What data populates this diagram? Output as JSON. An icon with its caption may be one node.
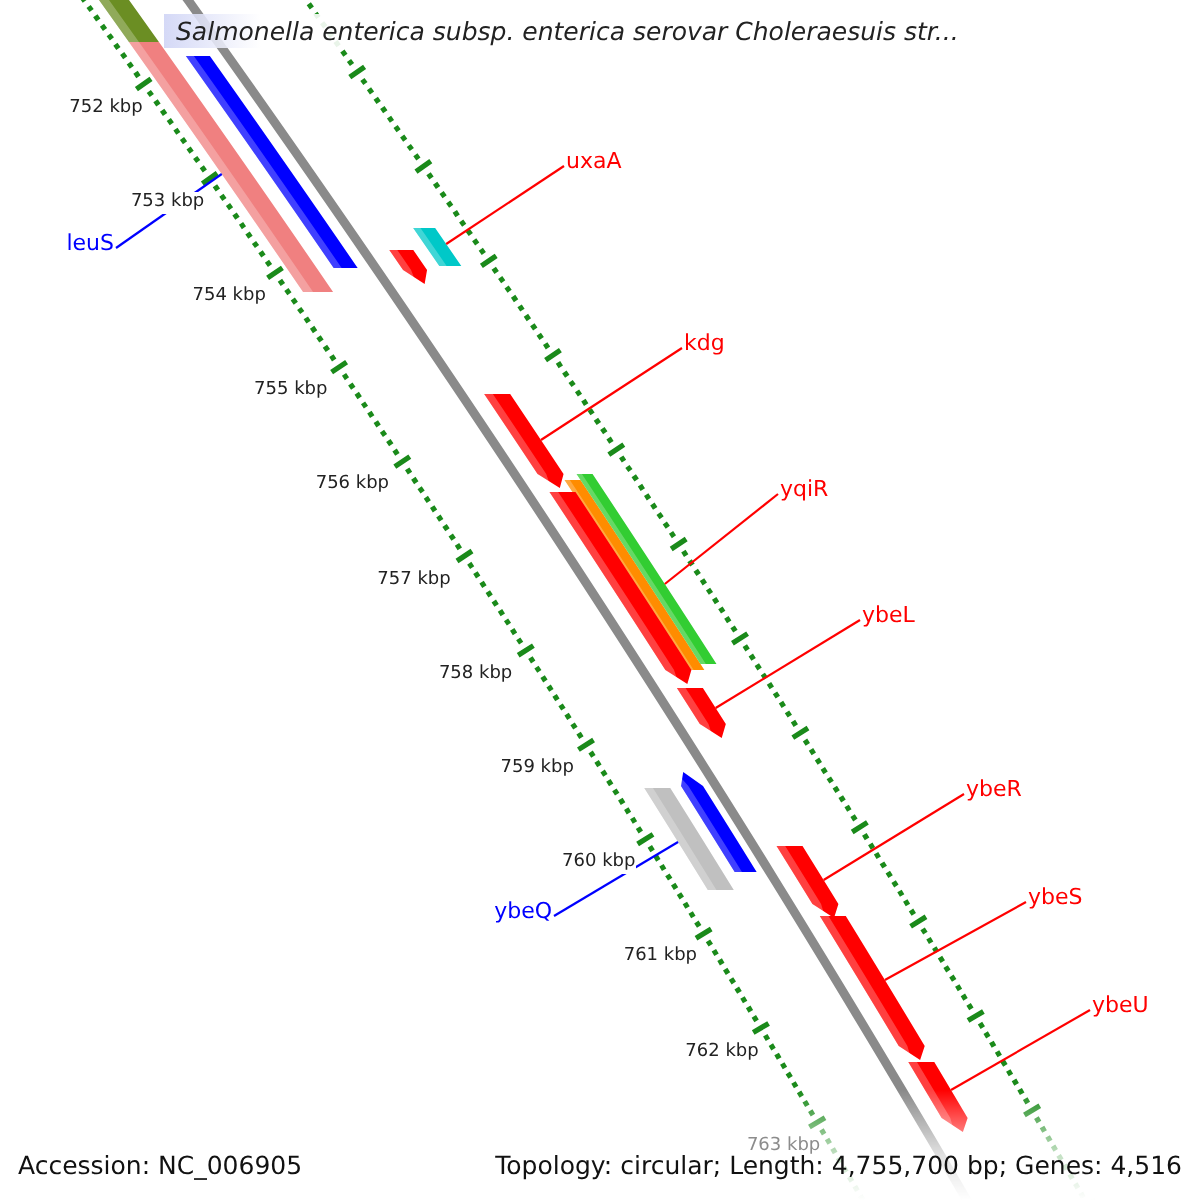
{
  "diagram": {
    "title": "Salmonella enterica subsp. enterica serovar Choleraesuis str...",
    "nodes": [
      {
        "text": [
          "uxaA"
        ]
      },
      {
        "text": [
          "leuS"
        ]
      },
      {
        "text": [
          "kdg"
        ]
      },
      {
        "text": [
          "yqiR"
        ]
      },
      {
        "text": [
          "ybeL"
        ]
      },
      {
        "text": [
          "ybeR"
        ]
      },
      {
        "text": [
          "ybeS"
        ]
      },
      {
        "text": [
          "ybeQ"
        ]
      },
      {
        "text": [
          "ybeU"
        ]
      },
      {
        "text": [],
        "shape": "bar"
      },
      {
        "text": [],
        "shape": "bar"
      },
      {
        "text": [],
        "shape": "bar"
      },
      {
        "text": [],
        "shape": "bar"
      },
      {
        "text": [],
        "shape": "arrow"
      },
      {
        "text": [],
        "shape": "arrow"
      },
      {
        "text": [],
        "shape": "bar"
      },
      {
        "text": [],
        "shape": "bar"
      },
      {
        "text": [],
        "shape": "arrow"
      },
      {
        "text": [],
        "shape": "arrow"
      },
      {
        "text": [],
        "shape": "arrow"
      },
      {
        "text": [],
        "shape": "bar"
      },
      {
        "text": [],
        "shape": "arrow"
      },
      {
        "text": [],
        "shape": "arrow"
      },
      {
        "text": [],
        "shape": "arrow"
      }
    ],
    "edges": [
      {
        "from": 0,
        "to": 12,
        "arrow": "none"
      },
      {
        "from": 1,
        "to": 11,
        "arrow": "none",
        "color": "#0000ff"
      },
      {
        "from": 2,
        "to": 14,
        "arrow": "none"
      },
      {
        "from": 3,
        "to": 16,
        "arrow": "none"
      },
      {
        "from": 4,
        "to": 18,
        "arrow": "none"
      },
      {
        "from": 5,
        "to": 21,
        "arrow": "none"
      },
      {
        "from": 6,
        "to": 22,
        "arrow": "none"
      },
      {
        "from": 7,
        "to": 20,
        "arrow": "none",
        "color": "#0000ff"
      },
      {
        "from": 8,
        "to": 23,
        "arrow": "none"
      }
    ],
    "labels": [
      "752 kbp",
      "753 kbp",
      "754 kbp",
      "755 kbp",
      "756 kbp",
      "757 kbp",
      "758 kbp",
      "759 kbp",
      "760 kbp",
      "761 kbp",
      "762 kbp",
      "763 kbp",
      "Accession: NC_006905",
      "Topology: circular; Length: 4,755,700 bp; Genes: 4,516"
    ]
  }
}
